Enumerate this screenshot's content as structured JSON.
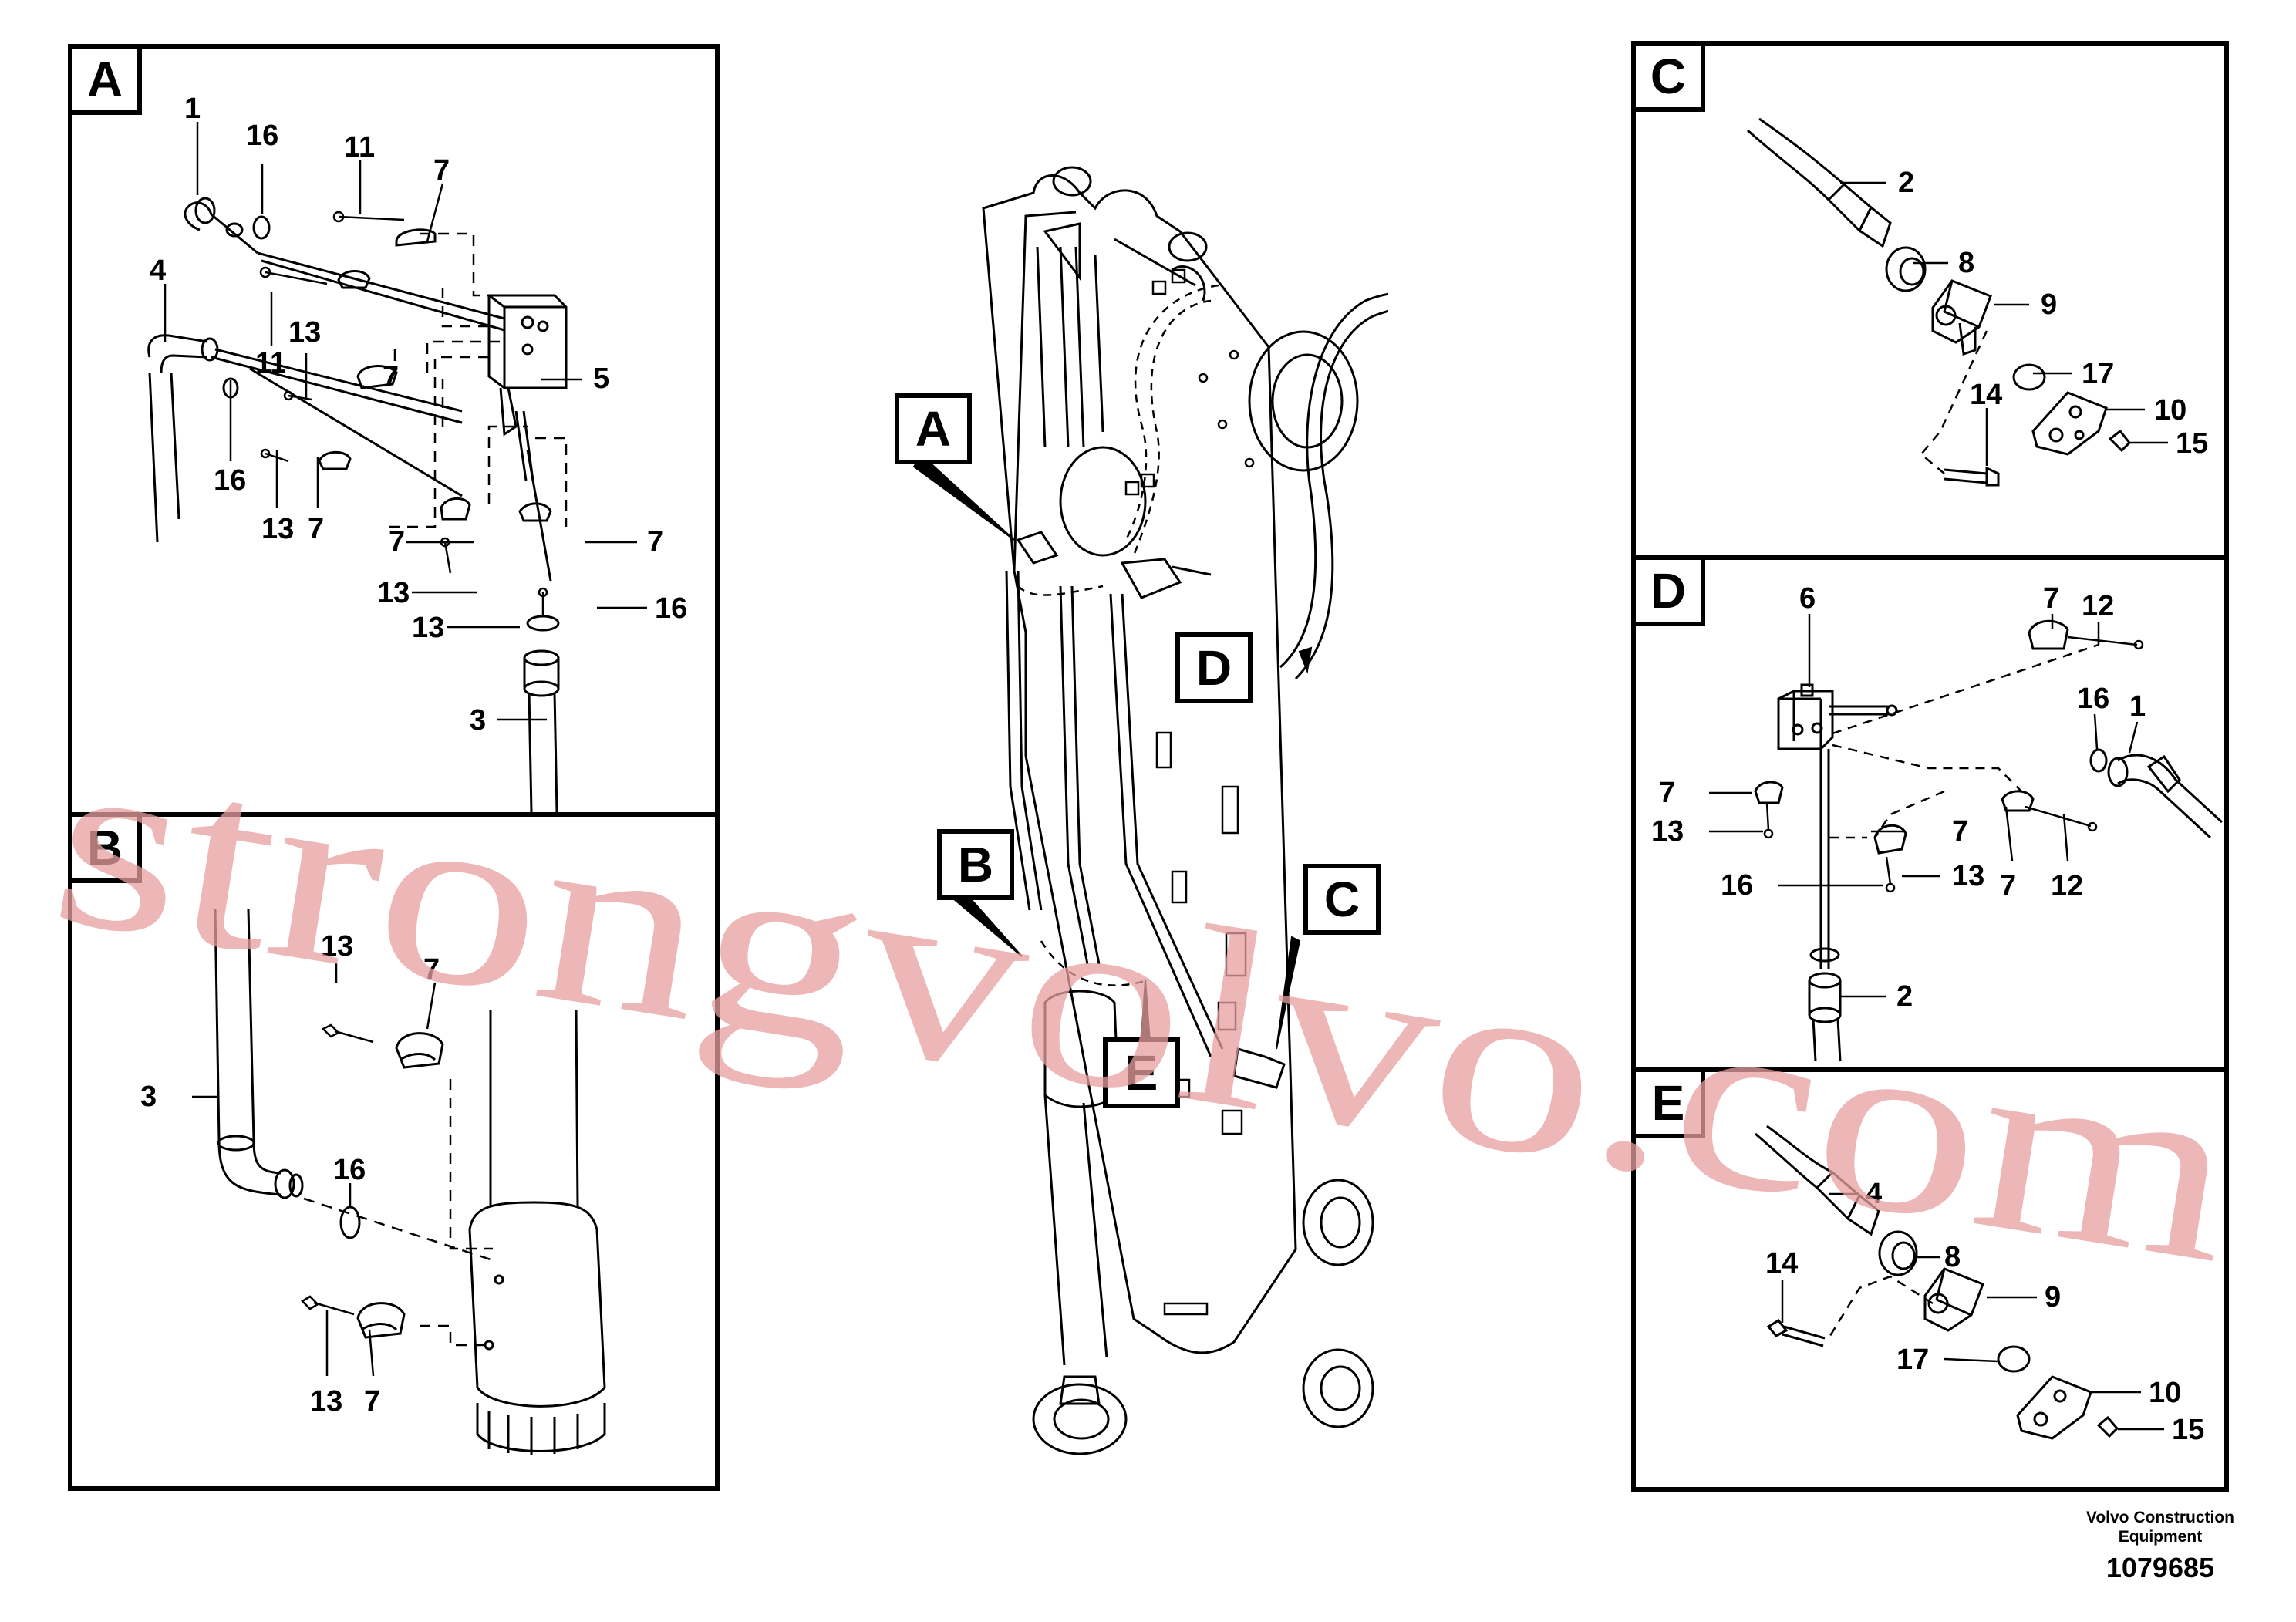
{
  "panels": [
    {
      "id": "A",
      "letter": "A",
      "labels": [
        "1",
        "16",
        "11",
        "7",
        "4",
        "13",
        "11",
        "7",
        "5",
        "16",
        "13",
        "7",
        "7",
        "7",
        "13",
        "16",
        "13",
        "3"
      ]
    },
    {
      "id": "B",
      "letter": "B",
      "labels": [
        "13",
        "7",
        "3",
        "16",
        "13",
        "7"
      ]
    },
    {
      "id": "C",
      "letter": "C",
      "labels": [
        "2",
        "8",
        "9",
        "17",
        "14",
        "10",
        "15"
      ]
    },
    {
      "id": "D",
      "letter": "D",
      "labels": [
        "6",
        "7",
        "12",
        "16",
        "1",
        "7",
        "13",
        "7",
        "16",
        "13",
        "7",
        "12",
        "2"
      ]
    },
    {
      "id": "E",
      "letter": "E",
      "labels": [
        "4",
        "14",
        "8",
        "9",
        "17",
        "10",
        "15"
      ]
    }
  ],
  "main_callouts": [
    "A",
    "B",
    "C",
    "D",
    "E"
  ],
  "footer": {
    "brand_line1": "Volvo Construction",
    "brand_line2": "Equipment",
    "drawing_number": "1079685"
  },
  "watermark": "strongvolvo.com",
  "colors": {
    "line": "#000000",
    "watermark": "#e8a0a0"
  }
}
